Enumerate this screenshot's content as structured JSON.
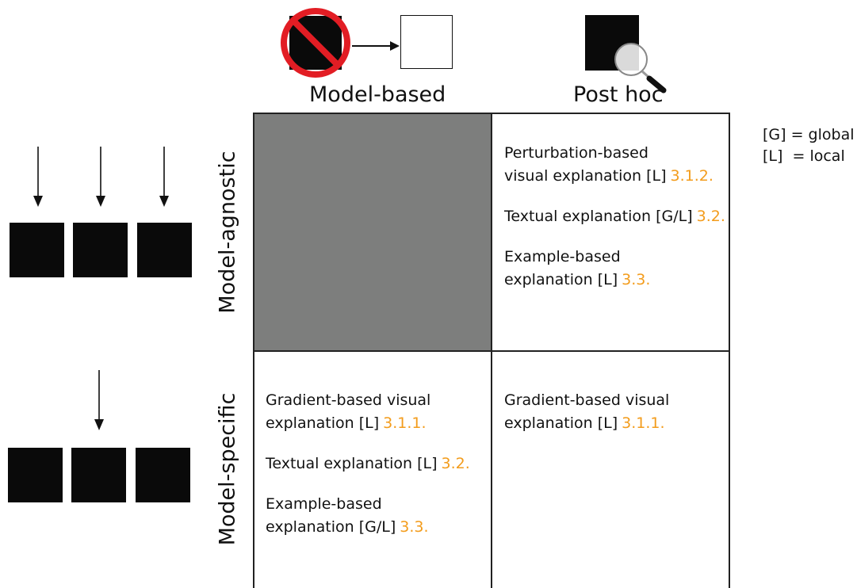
{
  "colors": {
    "gray_cell": "#7d7e7d",
    "reference": "#f39c1c",
    "prohibit": "#e21d24",
    "ink": "#0a0a0a"
  },
  "icons": {
    "model_based": "prohibited-model-arrow-icon",
    "post_hoc": "magnifier-over-model-icon",
    "agnostic": "three-arrows-over-models-icon",
    "specific": "single-arrow-over-models-icon"
  },
  "columns": [
    {
      "label": "Model-based"
    },
    {
      "label": "Post hoc"
    }
  ],
  "rows": [
    {
      "label": "Model-agnostic"
    },
    {
      "label": "Model-specific"
    }
  ],
  "legend": [
    {
      "text": "[G] = global"
    },
    {
      "text": "[L]  = local"
    }
  ],
  "cells": {
    "agnostic_model_based": {
      "shaded": true,
      "entries": []
    },
    "agnostic_post_hoc": {
      "entries": [
        {
          "line1": "Perturbation-based",
          "line2": "visual explanation [L]",
          "ref": "3.1.2."
        },
        {
          "line1": "",
          "line2": "Textual explanation [G/L]",
          "ref": "3.2."
        },
        {
          "line1": "Example-based",
          "line2": "explanation [L]",
          "ref": "3.3."
        }
      ]
    },
    "specific_model_based": {
      "entries": [
        {
          "line1": "Gradient-based visual",
          "line2": "explanation [L]",
          "ref": "3.1.1."
        },
        {
          "line1": "",
          "line2": "Textual explanation [L]",
          "ref": "3.2."
        },
        {
          "line1": "Example-based",
          "line2": "explanation [G/L]",
          "ref": "3.3."
        }
      ]
    },
    "specific_post_hoc": {
      "entries": [
        {
          "line1": "Gradient-based visual",
          "line2": "explanation [L]",
          "ref": "3.1.1."
        }
      ]
    }
  }
}
